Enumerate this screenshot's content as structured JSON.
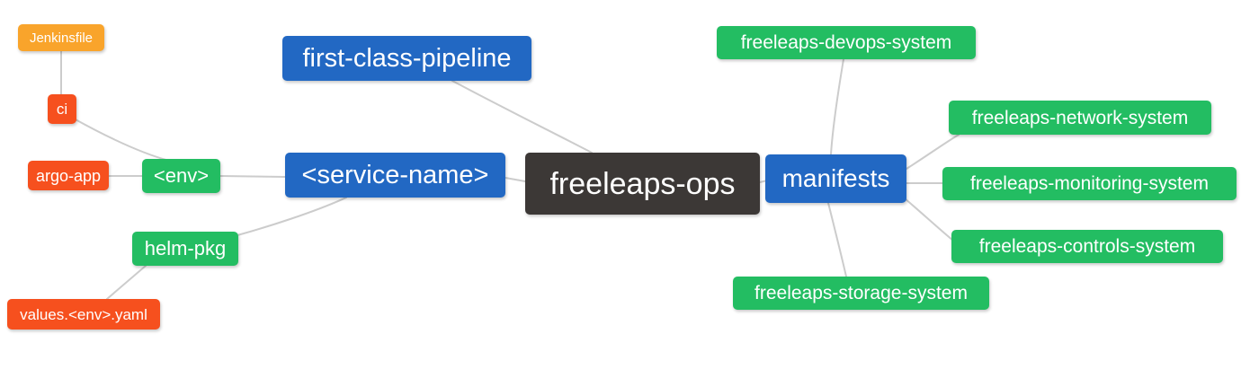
{
  "colors": {
    "blue": "#2268c3",
    "green": "#23bd62",
    "orange": "#f9a42b",
    "red": "#f6501e",
    "dark": "#3c3836",
    "edge": "#cccccc",
    "background": "#ffffff"
  },
  "nodes": [
    {
      "id": "jenkinsfile",
      "label": "Jenkinsfile",
      "color": "orange"
    },
    {
      "id": "ci",
      "label": "ci",
      "color": "red"
    },
    {
      "id": "argo-app",
      "label": "argo-app",
      "color": "red"
    },
    {
      "id": "env",
      "label": "<env>",
      "color": "green"
    },
    {
      "id": "first-class-pipeline",
      "label": "first-class-pipeline",
      "color": "blue"
    },
    {
      "id": "service-name",
      "label": "<service-name>",
      "color": "blue"
    },
    {
      "id": "freeleaps-ops",
      "label": "freeleaps-ops",
      "color": "dark"
    },
    {
      "id": "manifests",
      "label": "manifests",
      "color": "blue"
    },
    {
      "id": "helm-pkg",
      "label": "helm-pkg",
      "color": "green"
    },
    {
      "id": "values-env-yaml",
      "label": "values.<env>.yaml",
      "color": "red"
    },
    {
      "id": "freeleaps-devops-system",
      "label": "freeleaps-devops-system",
      "color": "green"
    },
    {
      "id": "freeleaps-network-system",
      "label": "freeleaps-network-system",
      "color": "green"
    },
    {
      "id": "freeleaps-monitoring-system",
      "label": "freeleaps-monitoring-system",
      "color": "green"
    },
    {
      "id": "freeleaps-controls-system",
      "label": "freeleaps-controls-system",
      "color": "green"
    },
    {
      "id": "freeleaps-storage-system",
      "label": "freeleaps-storage-system",
      "color": "green"
    }
  ],
  "edges": [
    {
      "from": "jenkinsfile",
      "to": "ci"
    },
    {
      "from": "ci",
      "to": "env"
    },
    {
      "from": "argo-app",
      "to": "env"
    },
    {
      "from": "env",
      "to": "service-name"
    },
    {
      "from": "service-name",
      "to": "helm-pkg"
    },
    {
      "from": "helm-pkg",
      "to": "values-env-yaml"
    },
    {
      "from": "service-name",
      "to": "freeleaps-ops"
    },
    {
      "from": "first-class-pipeline",
      "to": "freeleaps-ops"
    },
    {
      "from": "freeleaps-ops",
      "to": "manifests"
    },
    {
      "from": "manifests",
      "to": "freeleaps-devops-system"
    },
    {
      "from": "manifests",
      "to": "freeleaps-network-system"
    },
    {
      "from": "manifests",
      "to": "freeleaps-monitoring-system"
    },
    {
      "from": "manifests",
      "to": "freeleaps-controls-system"
    },
    {
      "from": "manifests",
      "to": "freeleaps-storage-system"
    }
  ]
}
